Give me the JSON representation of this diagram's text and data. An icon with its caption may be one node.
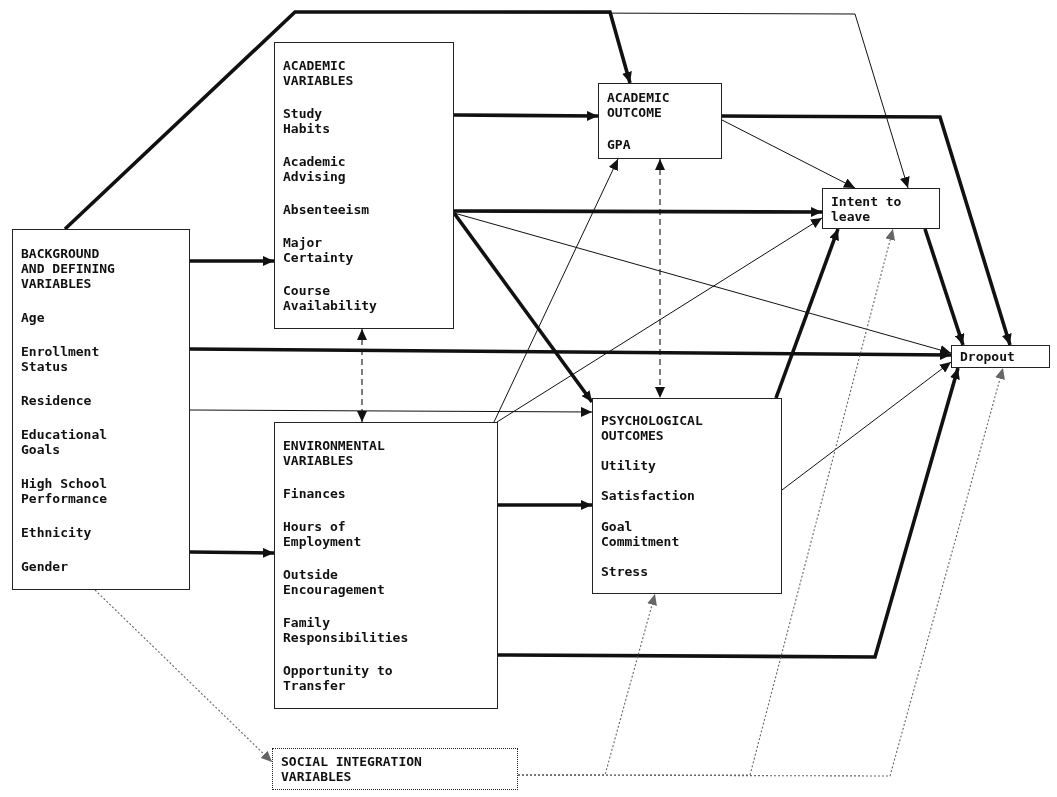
{
  "diagram": {
    "nodes": [
      {
        "text": [
          "BACKGROUND AND DEFINING VARIABLES",
          "Age",
          "Enrollment Status",
          "Residence",
          "Educational Goals",
          "High School Performance",
          "Ethnicity",
          "Gender"
        ]
      },
      {
        "text": [
          "ACADEMIC VARIABLES",
          "Study Habits",
          "Academic Advising",
          "Absenteeism",
          "Major Certainty",
          "Course Availability"
        ]
      },
      {
        "text": [
          "ACADEMIC OUTCOME",
          "GPA"
        ]
      },
      {
        "text": [
          "Intent to leave"
        ]
      },
      {
        "text": [
          "Dropout"
        ]
      },
      {
        "text": [
          "ENVIRONMENTAL VARIABLES",
          "Finances",
          "Hours of Employment",
          "Outside Encouragement",
          "Family Responsibilities",
          "Opportunity to Transfer"
        ]
      },
      {
        "text": [
          "PSYCHOLOGICAL OUTCOMES",
          "Utility",
          "Satisfaction",
          "Goal Commitment",
          "Stress"
        ]
      },
      {
        "text": [
          "SOCIAL INTEGRATION VARIABLES"
        ]
      }
    ],
    "edges": [
      {
        "from": 0,
        "to": 1,
        "arrow": "to",
        "style": "thick"
      },
      {
        "from": 0,
        "to": 2,
        "arrow": "to",
        "style": "thick"
      },
      {
        "from": 0,
        "to": 3,
        "arrow": "to"
      },
      {
        "from": 0,
        "to": 4,
        "arrow": "to",
        "style": "thick"
      },
      {
        "from": 0,
        "to": 6,
        "arrow": "to"
      },
      {
        "from": 0,
        "to": 5,
        "arrow": "to",
        "style": "thick"
      },
      {
        "from": 0,
        "to": 7,
        "arrow": "to",
        "style": "dashed",
        "color": "#666666"
      },
      {
        "from": 1,
        "to": 2,
        "arrow": "to",
        "style": "thick"
      },
      {
        "from": 1,
        "to": 3,
        "arrow": "to",
        "style": "thick"
      },
      {
        "from": 1,
        "to": 4,
        "arrow": "to"
      },
      {
        "from": 1,
        "to": 6,
        "arrow": "to",
        "style": "thick"
      },
      {
        "from": 1,
        "to": 5,
        "arrow": "both",
        "style": "dashed"
      },
      {
        "from": 2,
        "to": 6,
        "arrow": "both",
        "style": "dashed"
      },
      {
        "from": 2,
        "to": 3,
        "arrow": "to"
      },
      {
        "from": 2,
        "to": 4,
        "arrow": "to",
        "style": "thick"
      },
      {
        "from": 5,
        "to": 2,
        "arrow": "to"
      },
      {
        "from": 5,
        "to": 3,
        "arrow": "to"
      },
      {
        "from": 5,
        "to": 6,
        "arrow": "to",
        "style": "thick"
      },
      {
        "from": 5,
        "to": 4,
        "arrow": "to",
        "style": "thick"
      },
      {
        "from": 6,
        "to": 3,
        "arrow": "to",
        "style": "thick"
      },
      {
        "from": 6,
        "to": 4,
        "arrow": "to"
      },
      {
        "from": 3,
        "to": 4,
        "arrow": "to",
        "style": "thick"
      },
      {
        "from": 7,
        "to": 6,
        "arrow": "to",
        "style": "dashed",
        "color": "#666666"
      },
      {
        "from": 7,
        "to": 3,
        "arrow": "to",
        "style": "dashed",
        "color": "#666666"
      },
      {
        "from": 7,
        "to": 4,
        "arrow": "to",
        "style": "dashed",
        "color": "#666666"
      }
    ]
  }
}
